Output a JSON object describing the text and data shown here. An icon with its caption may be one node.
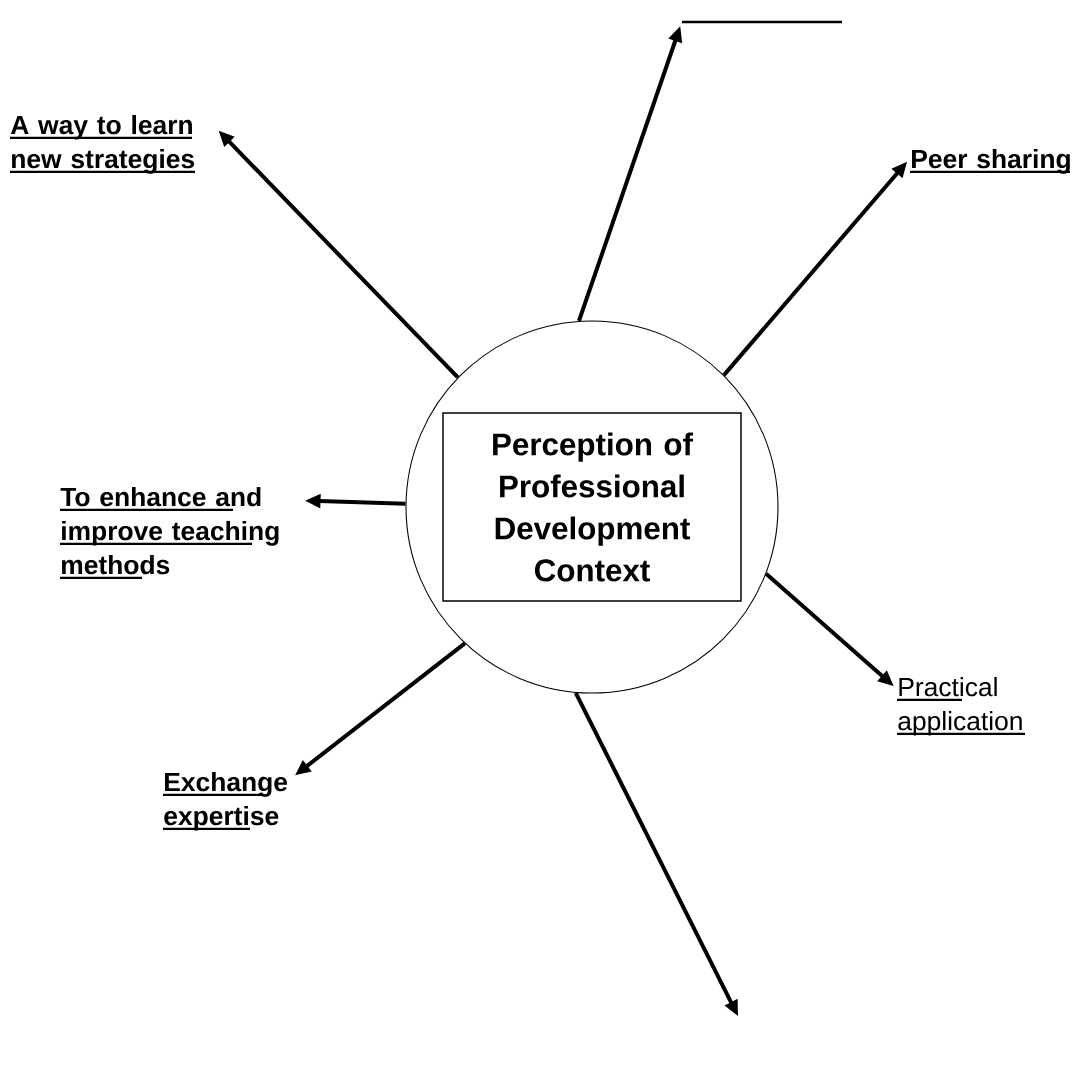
{
  "diagram": {
    "nodes": [
      {
        "text": [],
        "shape": "circle"
      },
      {
        "text": [
          "Perception of Professional Development Context"
        ],
        "in": 0
      },
      {
        "text": [],
        "shape": "line"
      },
      {
        "text": [
          "A way to learn new strategies"
        ]
      },
      {
        "text": [
          "Peer sharing"
        ]
      },
      {
        "text": [
          "To enhance and improve teaching methods"
        ]
      },
      {
        "text": [
          "Practical application"
        ]
      },
      {
        "text": [
          "Exchange expertise"
        ]
      }
    ],
    "edges": [
      {
        "from": 0,
        "to": 2,
        "arrow": "to"
      },
      {
        "from": 0,
        "to": 3,
        "arrow": "to"
      },
      {
        "from": 0,
        "to": 4,
        "arrow": "to"
      },
      {
        "from": 0,
        "to": 5,
        "arrow": "to"
      },
      {
        "from": 0,
        "to": 6,
        "arrow": "to"
      },
      {
        "from": 0,
        "to": 7,
        "arrow": "to"
      },
      {
        "from": 0,
        "to": null,
        "arrow": "to"
      }
    ]
  }
}
